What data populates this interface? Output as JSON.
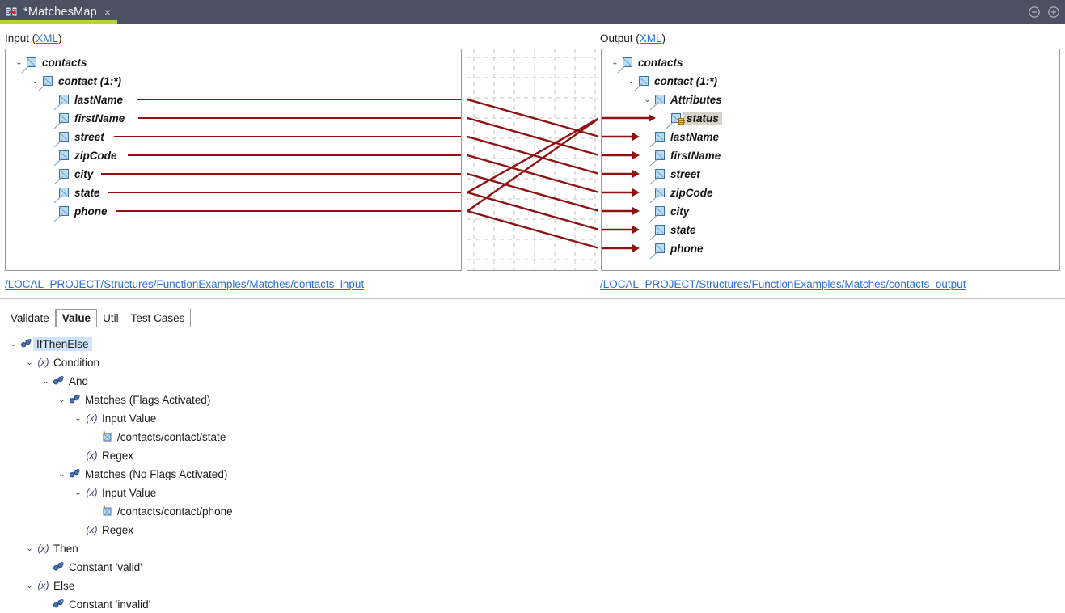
{
  "titlebar": {
    "tab_label": "*MatchesMap",
    "tab_icon": "mapping-file-icon",
    "close_label": "×",
    "minimize_icon": "minimize-icon",
    "maximize_icon": "maximize-icon",
    "bg_color": "#4b5161",
    "accent_color": "#bcd039"
  },
  "panels": {
    "input": {
      "label_prefix": "Input (",
      "label_link": "XML",
      "label_suffix": ")",
      "path": "/LOCAL_PROJECT/Structures/FunctionExamples/Matches/contacts_input",
      "nodes": [
        {
          "label": "contacts",
          "depth": 0,
          "twisty": "⌄",
          "icon": "element-icon",
          "selected": false
        },
        {
          "label": "contact (1:*)",
          "depth": 1,
          "twisty": "⌄",
          "icon": "element-icon",
          "selected": false
        },
        {
          "label": "lastName",
          "depth": 2,
          "twisty": "",
          "icon": "element-icon",
          "selected": false
        },
        {
          "label": "firstName",
          "depth": 2,
          "twisty": "",
          "icon": "element-icon",
          "selected": false
        },
        {
          "label": "street",
          "depth": 2,
          "twisty": "",
          "icon": "element-icon",
          "selected": false
        },
        {
          "label": "zipCode",
          "depth": 2,
          "twisty": "",
          "icon": "element-icon",
          "selected": false
        },
        {
          "label": "city",
          "depth": 2,
          "twisty": "",
          "icon": "element-icon",
          "selected": false
        },
        {
          "label": "state",
          "depth": 2,
          "twisty": "",
          "icon": "element-icon",
          "selected": false
        },
        {
          "label": "phone",
          "depth": 2,
          "twisty": "",
          "icon": "element-icon",
          "selected": false
        }
      ]
    },
    "output": {
      "label_prefix": "Output (",
      "label_link": "XML",
      "label_suffix": ")",
      "path": "/LOCAL_PROJECT/Structures/FunctionExamples/Matches/contacts_output",
      "nodes": [
        {
          "label": "contacts",
          "depth": 0,
          "twisty": "⌄",
          "icon": "element-icon",
          "selected": false
        },
        {
          "label": "contact (1:*)",
          "depth": 1,
          "twisty": "⌄",
          "icon": "element-icon",
          "selected": false
        },
        {
          "label": "Attributes",
          "depth": 2,
          "twisty": "⌄",
          "icon": "element-icon",
          "selected": false
        },
        {
          "label": "status",
          "depth": 3,
          "twisty": "",
          "icon": "attribute-icon",
          "selected": true
        },
        {
          "label": "lastName",
          "depth": 2,
          "twisty": "",
          "icon": "element-icon",
          "selected": false
        },
        {
          "label": "firstName",
          "depth": 2,
          "twisty": "",
          "icon": "element-icon",
          "selected": false
        },
        {
          "label": "street",
          "depth": 2,
          "twisty": "",
          "icon": "element-icon",
          "selected": false
        },
        {
          "label": "zipCode",
          "depth": 2,
          "twisty": "",
          "icon": "element-icon",
          "selected": false
        },
        {
          "label": "city",
          "depth": 2,
          "twisty": "",
          "icon": "element-icon",
          "selected": false
        },
        {
          "label": "state",
          "depth": 2,
          "twisty": "",
          "icon": "element-icon",
          "selected": false
        },
        {
          "label": "phone",
          "depth": 2,
          "twisty": "",
          "icon": "element-icon",
          "selected": false
        }
      ]
    }
  },
  "mapping": {
    "line_color": "#8f1212",
    "grid_color": "#c4c4c4",
    "links": [
      {
        "from": "lastName",
        "to": "lastName"
      },
      {
        "from": "firstName",
        "to": "firstName"
      },
      {
        "from": "street",
        "to": "street"
      },
      {
        "from": "zipCode",
        "to": "zipCode"
      },
      {
        "from": "city",
        "to": "city"
      },
      {
        "from": "state",
        "to": "state"
      },
      {
        "from": "phone",
        "to": "phone"
      },
      {
        "from": "state",
        "to": "status"
      },
      {
        "from": "phone",
        "to": "status"
      }
    ]
  },
  "lower": {
    "tabs": [
      {
        "label": "Validate",
        "active": false
      },
      {
        "label": "Value",
        "active": true
      },
      {
        "label": "Util",
        "active": false
      },
      {
        "label": "Test Cases",
        "active": false
      }
    ],
    "tree": [
      {
        "label": "IfThenElse",
        "depth": 0,
        "twisty": "⌄",
        "icon": "function-icon",
        "selected": true
      },
      {
        "label": "Condition",
        "depth": 1,
        "twisty": "⌄",
        "icon": "value-icon",
        "selected": false
      },
      {
        "label": "And",
        "depth": 2,
        "twisty": "⌄",
        "icon": "function-icon",
        "selected": false
      },
      {
        "label": "Matches (Flags Activated)",
        "depth": 3,
        "twisty": "⌄",
        "icon": "function-icon",
        "selected": false
      },
      {
        "label": "Input Value",
        "depth": 4,
        "twisty": "⌄",
        "icon": "value-icon",
        "selected": false
      },
      {
        "label": "/contacts/contact/state",
        "depth": 5,
        "twisty": "",
        "icon": "field-icon",
        "selected": false
      },
      {
        "label": "Regex",
        "depth": 4,
        "twisty": "",
        "icon": "value-icon",
        "selected": false
      },
      {
        "label": "Matches (No Flags Activated)",
        "depth": 3,
        "twisty": "⌄",
        "icon": "function-icon",
        "selected": false
      },
      {
        "label": "Input Value",
        "depth": 4,
        "twisty": "⌄",
        "icon": "value-icon",
        "selected": false
      },
      {
        "label": "/contacts/contact/phone",
        "depth": 5,
        "twisty": "",
        "icon": "field-icon",
        "selected": false
      },
      {
        "label": "Regex",
        "depth": 4,
        "twisty": "",
        "icon": "value-icon",
        "selected": false
      },
      {
        "label": "Then",
        "depth": 1,
        "twisty": "⌄",
        "icon": "value-icon",
        "selected": false
      },
      {
        "label": "Constant 'valid'",
        "depth": 2,
        "twisty": "",
        "icon": "function-icon",
        "selected": false
      },
      {
        "label": "Else",
        "depth": 1,
        "twisty": "⌄",
        "icon": "value-icon",
        "selected": false
      },
      {
        "label": "Constant 'invalid'",
        "depth": 2,
        "twisty": "",
        "icon": "function-icon",
        "selected": false
      }
    ]
  }
}
